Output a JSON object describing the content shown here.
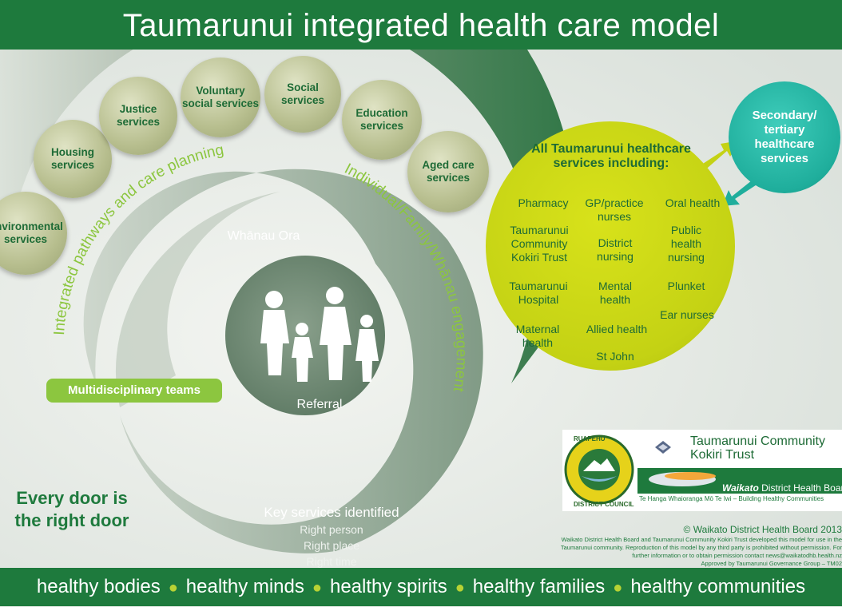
{
  "header": {
    "title": "Taumarunui integrated health care model"
  },
  "bubbles": {
    "environmental": "Environmental services",
    "housing": "Housing services",
    "justice": "Justice services",
    "voluntary": "Voluntary social services",
    "social": "Social services",
    "education": "Education services",
    "aged_care": "Aged care services"
  },
  "arc_labels": {
    "integrated": "Integrated pathways and care planning",
    "individual": "Individual/Family/Whānau engagement"
  },
  "spiral": {
    "whanau_ora": "Whānau Ora",
    "referral": "Referral",
    "multidisciplinary": "Multidisciplinary teams",
    "key_title": "Key services identified",
    "right_person": "Right person",
    "right_place": "Right place",
    "right_time": "Right time"
  },
  "every_door": {
    "line1": "Every door is",
    "line2": "the right door"
  },
  "services": {
    "title": "All Taumarunui healthcare services including:",
    "pharmacy": "Pharmacy",
    "gp": "GP/practice nurses",
    "oral": "Oral health",
    "tckt": "Taumarunui Community Kokiri Trust",
    "district": "District nursing",
    "public": "Public health nursing",
    "hospital": "Taumarunui Hospital",
    "mental": "Mental health",
    "plunket": "Plunket",
    "ear": "Ear nurses",
    "maternal": "Maternal health",
    "allied": "Allied health",
    "stjohn": "St John"
  },
  "secondary": "Secondary/ tertiary healthcare services",
  "logos": {
    "ruapehu_top": "RUAPEHU",
    "ruapehu_bottom": "DISTRICT COUNCIL",
    "tckt_name": "Taumarunui Community Kokiri Trust",
    "waikato_bold": "Waikato",
    "waikato_rest": "District Health Board",
    "waikato_tagline": "Te Hanga Whaioranga Mō Te Iwi – Building Healthy Communities"
  },
  "copyright": {
    "line1": "© Waikato District Health Board 2013",
    "body": "Waikato District Health Board and Taumarunui Community Kokiri Trust developed this model for use in the Taumarunui community. Reproduction of this model by any third party is prohibited without permission. For further information or to obtain permission contact news@waikatodhb.health.nz",
    "approved": "Approved by Taumarunui Governance Group – TM02"
  },
  "footer": [
    "healthy bodies",
    "healthy minds",
    "healthy spirits",
    "healthy families",
    "healthy communities"
  ]
}
